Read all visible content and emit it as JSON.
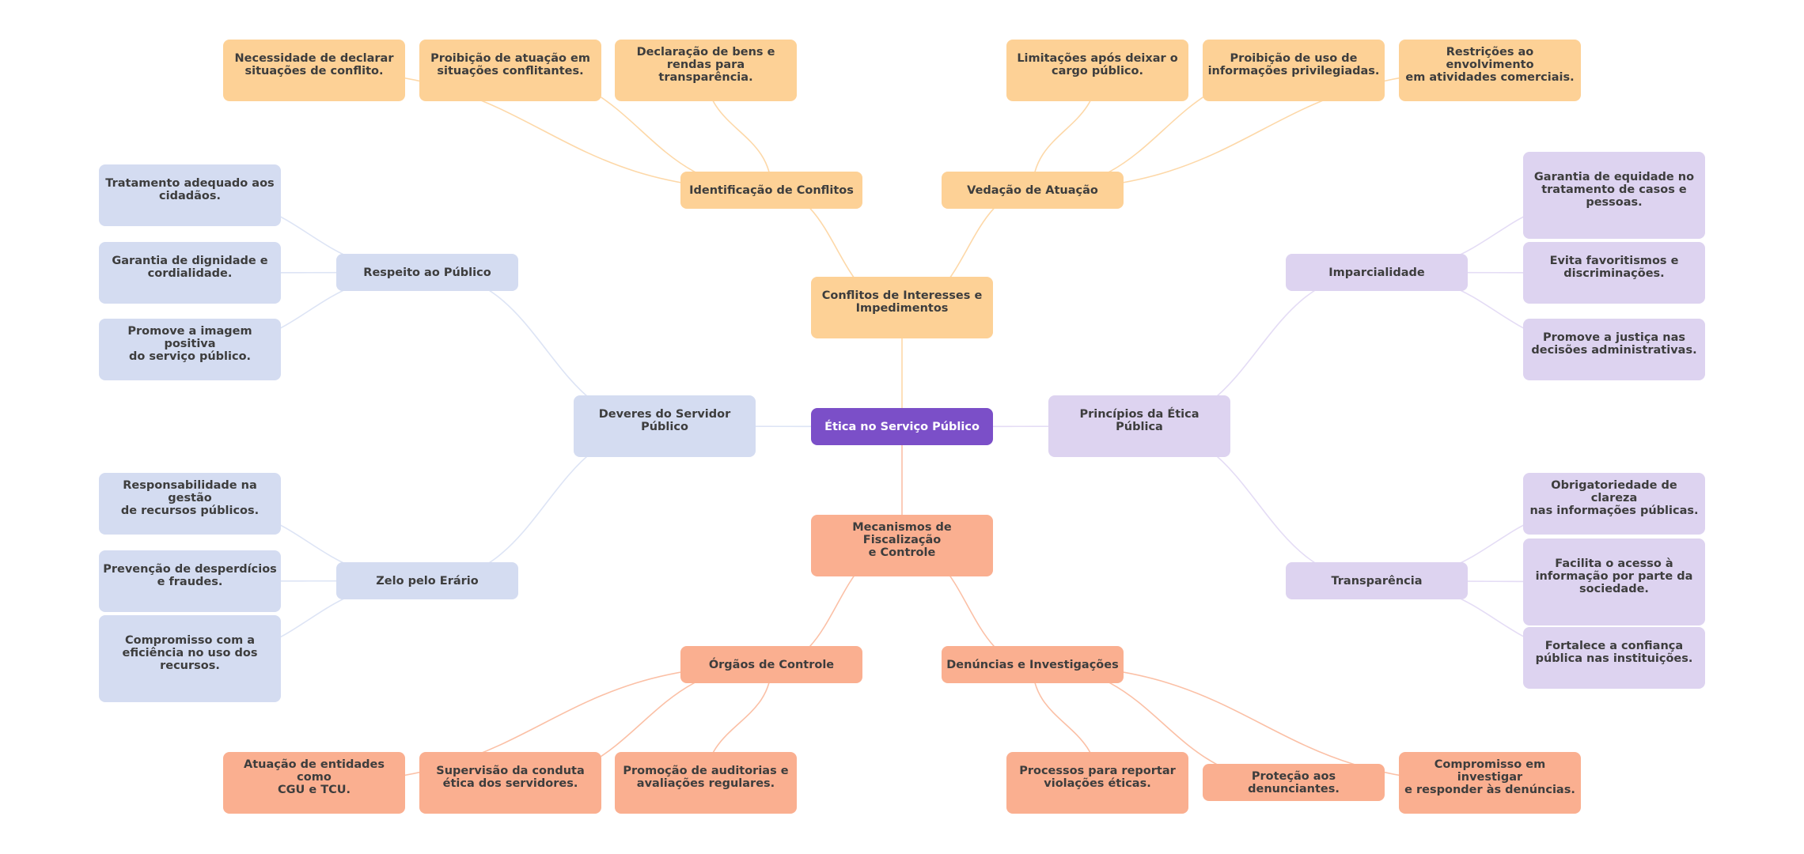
{
  "title": "Ética no Serviço Público",
  "colors": {
    "root": "#7b4fc8",
    "conflitos": "#fdd196",
    "conflitos_edge": "#fdd8a8",
    "fiscalizacao": "#faaf90",
    "fiscalizacao_edge": "#fbc0a6",
    "deveres": "#d4dcf1",
    "deveres_edge": "#dde4f5",
    "principios": "#ddd3f0",
    "principios_edge": "#e4dcf5"
  },
  "nodes": {
    "root": "Ética no Serviço Público",
    "conflitos": "Conflitos de Interesses e\nImpedimentos",
    "identificacao": "Identificação de Conflitos",
    "identificacao_leaves": [
      "Necessidade de declarar\nsituações de conflito.",
      "Proibição de atuação em\nsituações conflitantes.",
      "Declaração de bens e\nrendas para transparência."
    ],
    "vedacao": "Vedação de Atuação",
    "vedacao_leaves": [
      "Limitações após deixar o\ncargo público.",
      "Proibição de uso de\ninformações privilegiadas.",
      "Restrições ao envolvimento\nem atividades comerciais."
    ],
    "deveres": "Deveres do Servidor\nPúblico",
    "respeito": "Respeito ao Público",
    "respeito_leaves": [
      "Tratamento adequado aos\ncidadãos.",
      "Garantia de dignidade e\ncordialidade.",
      "Promove a imagem positiva\ndo serviço público."
    ],
    "zelo": "Zelo pelo Erário",
    "zelo_leaves": [
      "Responsabilidade na gestão\nde recursos públicos.",
      "Prevenção de desperdícios\ne fraudes.",
      "Compromisso com a\neficiência no uso dos\nrecursos."
    ],
    "principios": "Princípios da Ética\nPública",
    "imparcialidade": "Imparcialidade",
    "imparcialidade_leaves": [
      "Garantia de equidade no\ntratamento de casos e\npessoas.",
      "Evita favoritismos e\ndiscriminações.",
      "Promove a justiça nas\ndecisões administrativas."
    ],
    "transparencia": "Transparência",
    "transparencia_leaves": [
      "Obrigatoriedade de clareza\nnas informações públicas.",
      "Facilita o acesso à\ninformação por parte da\nsociedade.",
      "Fortalece a confiança\npública nas instituições."
    ],
    "mecanismos": "Mecanismos de Fiscalização\ne Controle",
    "orgaos": "Órgãos de Controle",
    "orgaos_leaves": [
      "Atuação de entidades como\nCGU e TCU.",
      "Supervisão da conduta\nética dos servidores.",
      "Promoção de auditorias e\navaliações regulares."
    ],
    "denuncias": "Denúncias e Investigações",
    "denuncias_leaves": [
      "Processos para reportar\nviolações éticas.",
      "Proteção aos denunciantes.",
      "Compromisso em investigar\ne responder às denúncias."
    ]
  }
}
